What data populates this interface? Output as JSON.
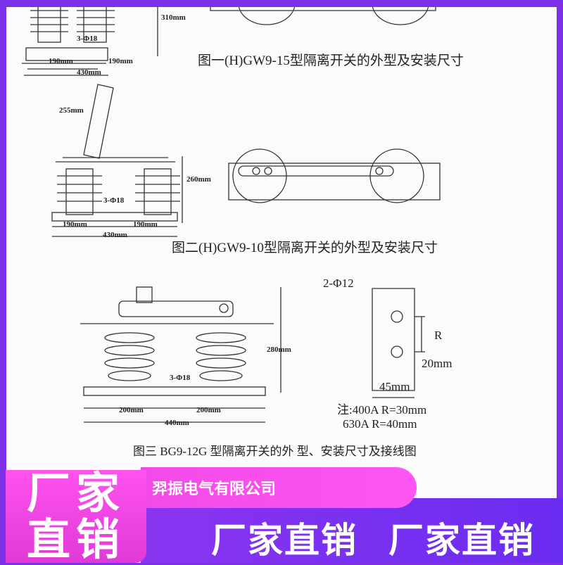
{
  "figure1": {
    "caption": "图一(H)GW9-15型隔离开关的外型及安装尺寸",
    "dims": {
      "height": "310mm",
      "holes": "3-Φ18",
      "left": "190mm",
      "right": "190mm",
      "total": "430mm"
    }
  },
  "figure2": {
    "caption": "图二(H)GW9-10型隔离开关的外型及安装尺寸",
    "dims": {
      "blade": "255mm",
      "height": "260mm",
      "holes": "3-Φ18",
      "left": "190mm",
      "right": "190mm",
      "total": "430mm"
    }
  },
  "figure3": {
    "caption": "图三 BG9-12G 型隔离开关的外 型、安装尺寸及接线图",
    "dims": {
      "height": "280mm",
      "holes": "3-Φ18",
      "left": "200mm",
      "right": "200mm",
      "total": "440mm"
    },
    "terminal": {
      "holes": "2-Φ12",
      "r_label": "R",
      "offset": "20mm",
      "width": "45mm"
    },
    "notes": [
      "注:400A R=30mm",
      "630A R=40mm"
    ]
  },
  "banner": {
    "badge_line1": "厂家",
    "badge_line2": "直销",
    "company": "羿振电气有限公司",
    "slogan_1": "厂家直销",
    "slogan_2": "厂家直销"
  }
}
